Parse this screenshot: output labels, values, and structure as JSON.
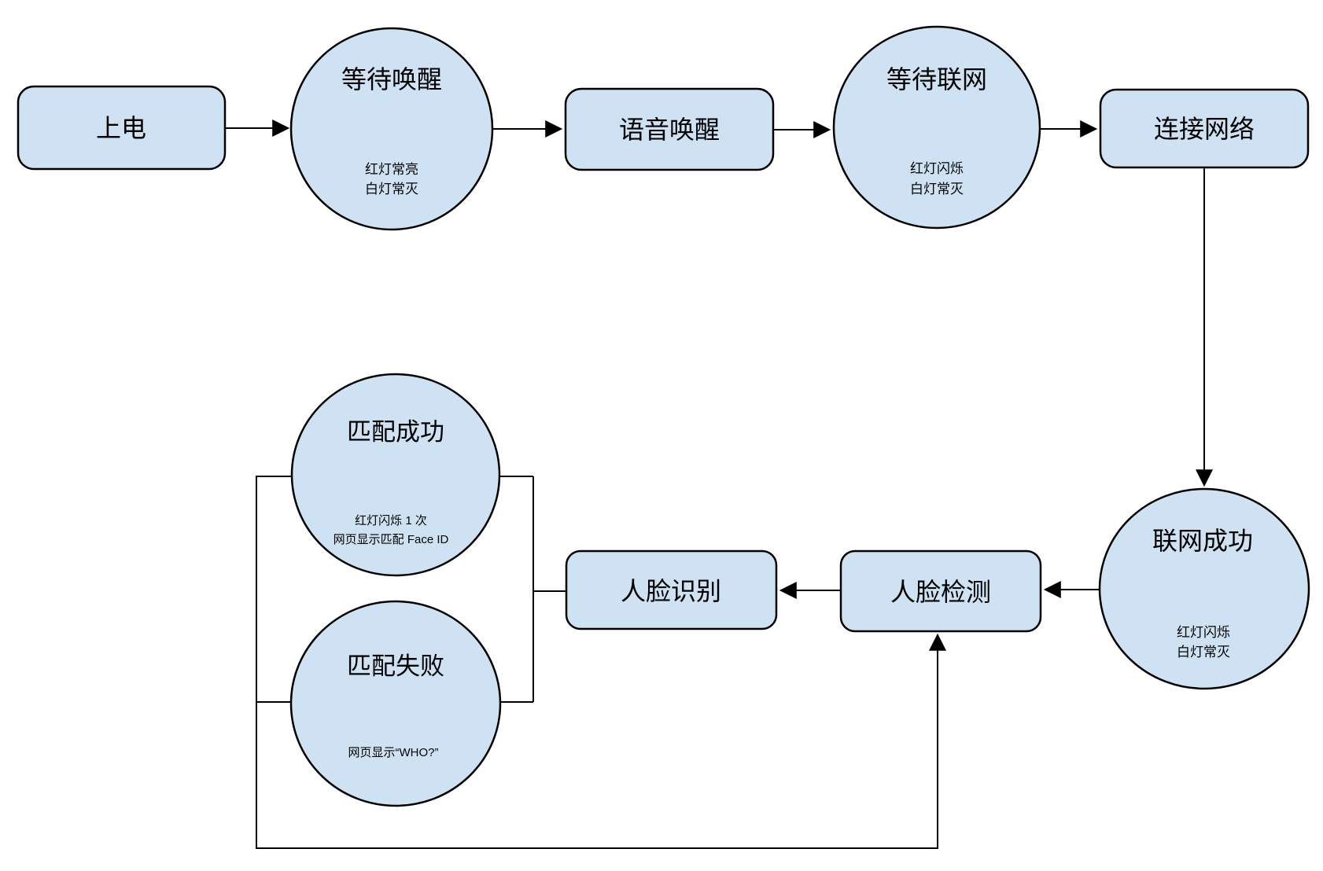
{
  "diagram": {
    "type": "flowchart",
    "nodes": {
      "power_on": {
        "label": "上电"
      },
      "wait_wake": {
        "label": "等待唤醒",
        "sub1": "红灯常亮",
        "sub2": "白灯常灭"
      },
      "voice_wake": {
        "label": "语音唤醒"
      },
      "wait_network": {
        "label": "等待联网",
        "sub1": "红灯闪烁",
        "sub2": "白灯常灭"
      },
      "connect_network": {
        "label": "连接网络"
      },
      "network_success": {
        "label": "联网成功",
        "sub1": "红灯闪烁",
        "sub2": "白灯常灭"
      },
      "face_detect": {
        "label": "人脸检测"
      },
      "face_recognize": {
        "label": "人脸识别"
      },
      "match_success": {
        "label": "匹配成功",
        "sub1": "红灯闪烁 1 次",
        "sub2": "网页显示匹配 Face ID"
      },
      "match_fail": {
        "label": "匹配失败",
        "sub1": "网页显示“WHO?”"
      }
    },
    "colors": {
      "node_fill": "#cfe2f3",
      "node_stroke": "#000000",
      "connector": "#000000",
      "label": "#000000",
      "background": "#ffffff"
    }
  }
}
